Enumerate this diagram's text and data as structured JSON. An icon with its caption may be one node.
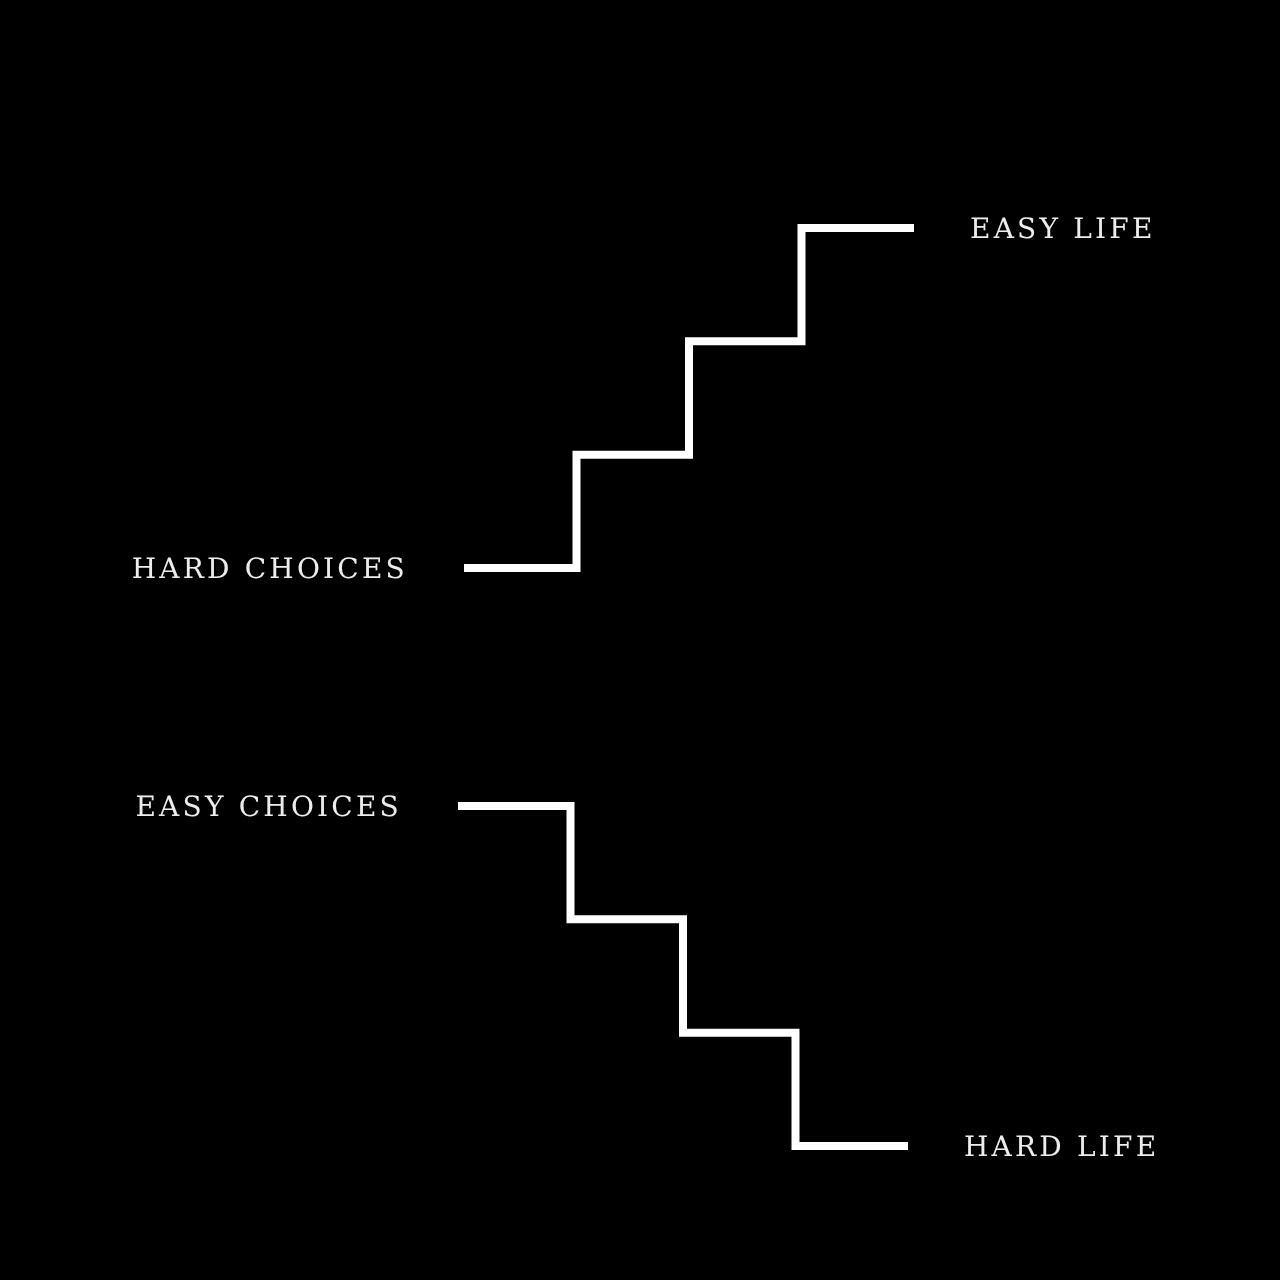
{
  "diagram": {
    "nodes": [
      {
        "text": [
          "EASY LIFE"
        ]
      },
      {
        "text": [
          "HARD CHOICES"
        ]
      },
      {
        "text": [
          "EASY CHOICES"
        ]
      },
      {
        "text": [
          "HARD LIFE"
        ]
      }
    ],
    "edges": [
      {
        "from": 1,
        "to": 0,
        "arrow": "none"
      },
      {
        "from": 2,
        "to": 3,
        "arrow": "none"
      }
    ]
  }
}
